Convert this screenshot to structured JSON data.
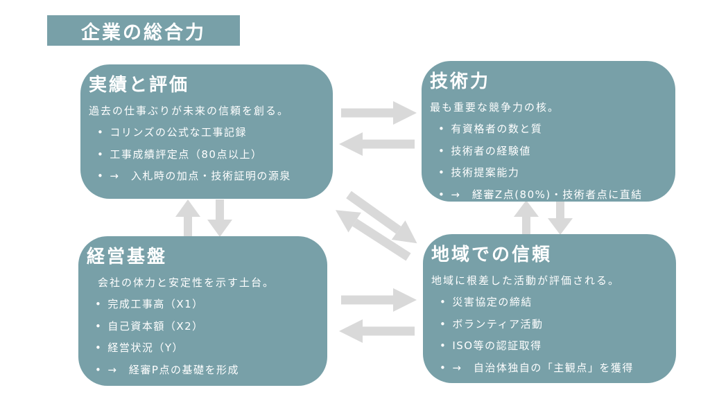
{
  "page_title": "企業の総合力",
  "colors": {
    "box_fill": "#78a0a8",
    "arrow": "#d9d9d9",
    "text_on_box": "#ffffff",
    "background": "#ffffff"
  },
  "boxes": [
    {
      "id": "jisseki",
      "title": "実績と評価",
      "subtitle": "過去の仕事ぶりが未来の信頼を創る。",
      "bullets": [
        "コリンズの公式な工事記録",
        "工事成績評定点（80点以上）",
        "→　入札時の加点・技術証明の源泉"
      ]
    },
    {
      "id": "gijutsu",
      "title": "技術力",
      "subtitle": "最も重要な競争力の核。",
      "bullets": [
        "有資格者の数と質",
        "技術者の経験値",
        "技術提案能力",
        "→　経審Z点(80%)・技術者点に直結"
      ]
    },
    {
      "id": "keiei",
      "title": "経営基盤",
      "subtitle": "会社の体力と安定性を示す土台。",
      "bullets": [
        "完成工事高（X1）",
        "自己資本額（X2）",
        "経営状況（Y）",
        "→　経審P点の基礎を形成"
      ]
    },
    {
      "id": "chiiki",
      "title": "地域での信頼",
      "subtitle": "地域に根差した活動が評価される。",
      "bullets": [
        "災害協定の締結",
        "ボランティア活動",
        "ISO等の認証取得",
        "→　自治体独自の「主観点」を獲得"
      ]
    }
  ],
  "arrows": [
    {
      "name": "arrow-top-right",
      "from": "実績と評価",
      "to": "技術力",
      "direction": "right"
    },
    {
      "name": "arrow-top-left",
      "from": "技術力",
      "to": "実績と評価",
      "direction": "left"
    },
    {
      "name": "arrow-left-up",
      "from": "経営基盤",
      "to": "実績と評価",
      "direction": "up"
    },
    {
      "name": "arrow-left-down",
      "from": "実績と評価",
      "to": "経営基盤",
      "direction": "down"
    },
    {
      "name": "arrow-right-up",
      "from": "地域での信頼",
      "to": "技術力",
      "direction": "up"
    },
    {
      "name": "arrow-right-down",
      "from": "技術力",
      "to": "地域での信頼",
      "direction": "down"
    },
    {
      "name": "arrow-diagonal-downright",
      "from": "実績と評価",
      "to": "地域での信頼",
      "direction": "down-right"
    },
    {
      "name": "arrow-diagonal-upleft",
      "from": "地域での信頼",
      "to": "実績と評価",
      "direction": "up-left"
    },
    {
      "name": "arrow-bottom-right",
      "from": "経営基盤",
      "to": "地域での信頼",
      "direction": "right"
    },
    {
      "name": "arrow-bottom-left",
      "from": "地域での信頼",
      "to": "経営基盤",
      "direction": "left"
    }
  ]
}
